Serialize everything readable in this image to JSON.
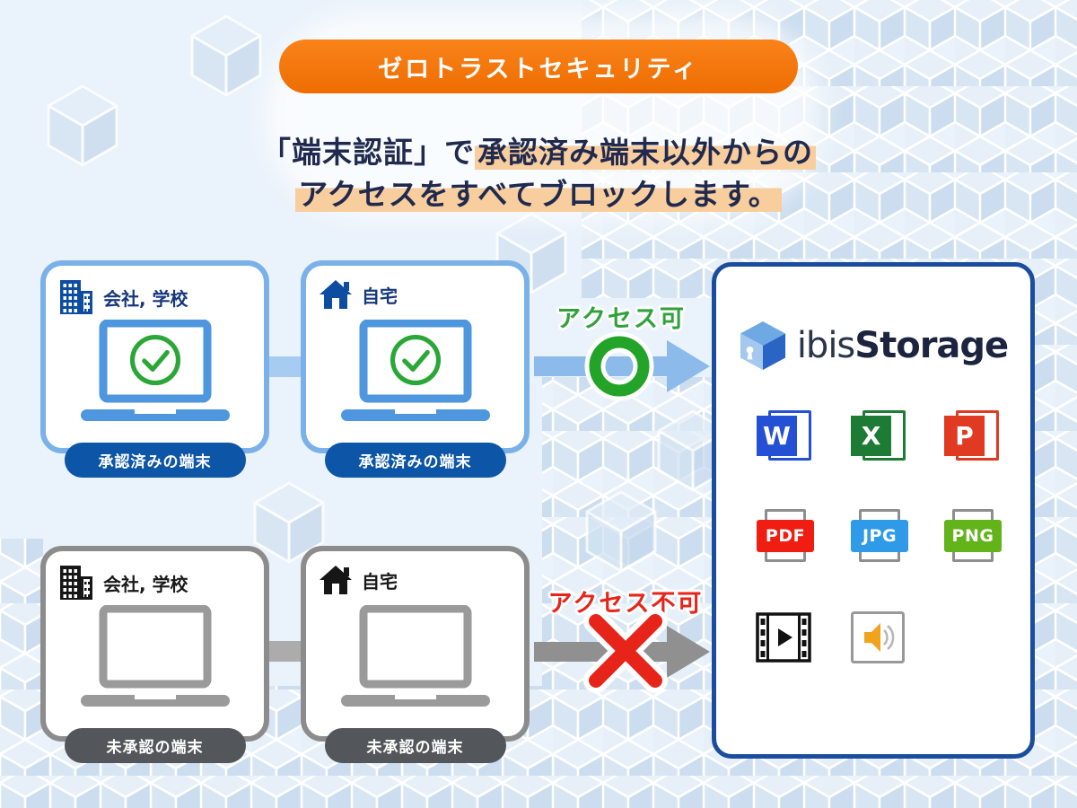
{
  "badge": {
    "label": "ゼロトラストセキュリティ"
  },
  "heading": {
    "line1_plain": "「端末認証」で",
    "line1_highlight": "承認済み端末以外からの",
    "line2_highlight": "アクセスをすべてブロックします。"
  },
  "rows": {
    "approved": {
      "cards": [
        {
          "icon": "building-icon",
          "location": "会社, 学校",
          "status": "承認済みの端末"
        },
        {
          "icon": "home-icon",
          "location": "自宅",
          "status": "承認済みの端末"
        }
      ],
      "access_label": "アクセス可",
      "access_symbol": "circle-ok"
    },
    "blocked": {
      "cards": [
        {
          "icon": "building-icon",
          "location": "会社, 学校",
          "status": "未承認の端末"
        },
        {
          "icon": "home-icon",
          "location": "自宅",
          "status": "未承認の端末"
        }
      ],
      "access_label": "アクセス不可",
      "access_symbol": "cross-ng"
    }
  },
  "storage": {
    "brand": {
      "ibis": "ibis",
      "storage": "Storage"
    },
    "files": [
      {
        "label": "W",
        "type": "word",
        "color": "#2450D6"
      },
      {
        "label": "X",
        "type": "excel",
        "color": "#1E7B35"
      },
      {
        "label": "P",
        "type": "powerpoint",
        "color": "#E03A22"
      },
      {
        "label": "PDF",
        "type": "pdf",
        "color": "#F01D12"
      },
      {
        "label": "JPG",
        "type": "jpg",
        "color": "#2F9BE8"
      },
      {
        "label": "PNG",
        "type": "png",
        "color": "#63B31A"
      },
      {
        "type": "video",
        "icon": "film-icon"
      },
      {
        "type": "audio",
        "icon": "speaker-icon"
      }
    ]
  },
  "colors": {
    "background": "#EAF2FB",
    "badge_orange": "#F47816",
    "heading_text": "#202A4E",
    "highlight": "#F8CE9E",
    "approved_border": "#7AB1E8",
    "approved_laptop": "#4E96DE",
    "approved_pill": "#0D55A6",
    "check_green": "#2BA737",
    "access_ok_green": "#2FA23C",
    "arrow_blue": "#8CBAEB",
    "blocked_border": "#8C8C8C",
    "blocked_laptop": "#9A9A9A",
    "blocked_pill": "#53565A",
    "access_ng_red": "#E7241A",
    "arrow_gray": "#909090",
    "storage_border": "#1A4D9D",
    "brand_navy": "#1C2440"
  }
}
